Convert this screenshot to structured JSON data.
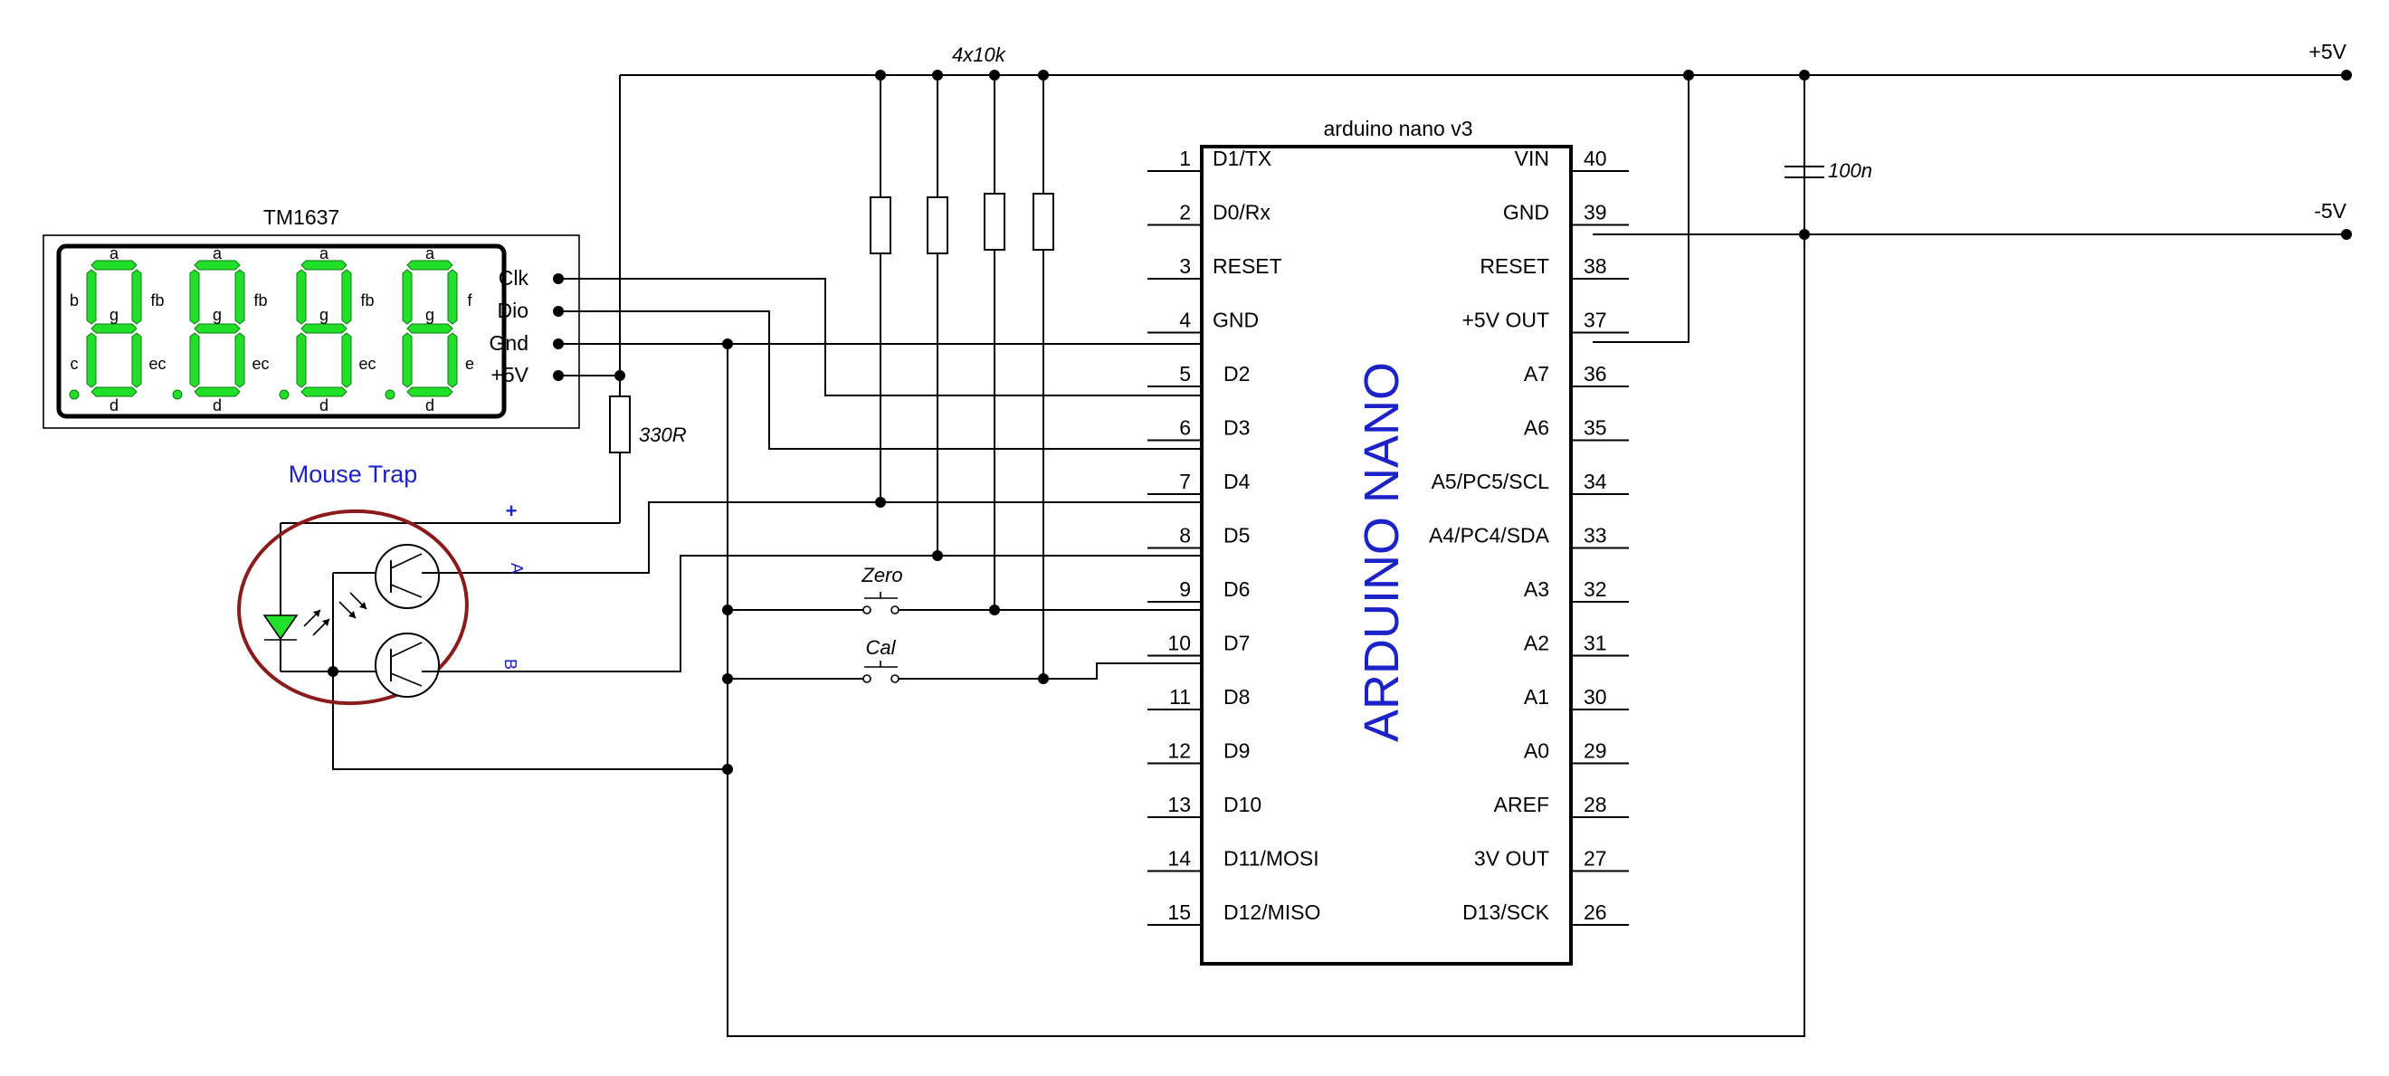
{
  "display": {
    "title": "TM1637",
    "pins": [
      "Clk",
      "Dio",
      "Gnd",
      "+5V"
    ],
    "digit_segments": {
      "a": "a",
      "b": "b",
      "c": "c",
      "d": "d",
      "e": "e",
      "f": "f",
      "g": "g",
      "fb": "fb",
      "ec": "ec"
    }
  },
  "mcu": {
    "title": "arduino nano v3",
    "body_label": "ARDUINO NANO",
    "left_pins": [
      {
        "num": "1",
        "name": "D1/TX"
      },
      {
        "num": "2",
        "name": "D0/Rx"
      },
      {
        "num": "3",
        "name": "RESET"
      },
      {
        "num": "4",
        "name": "GND"
      },
      {
        "num": "5",
        "name": "D2"
      },
      {
        "num": "6",
        "name": "D3"
      },
      {
        "num": "7",
        "name": "D4"
      },
      {
        "num": "8",
        "name": "D5"
      },
      {
        "num": "9",
        "name": "D6"
      },
      {
        "num": "10",
        "name": "D7"
      },
      {
        "num": "11",
        "name": "D8"
      },
      {
        "num": "12",
        "name": "D9"
      },
      {
        "num": "13",
        "name": "D10"
      },
      {
        "num": "14",
        "name": "D11/MOSI"
      },
      {
        "num": "15",
        "name": "D12/MISO"
      }
    ],
    "right_pins": [
      {
        "num": "40",
        "name": "VIN"
      },
      {
        "num": "39",
        "name": "GND"
      },
      {
        "num": "38",
        "name": "RESET"
      },
      {
        "num": "37",
        "name": "+5V OUT"
      },
      {
        "num": "36",
        "name": "A7"
      },
      {
        "num": "35",
        "name": "A6"
      },
      {
        "num": "34",
        "name": "A5/PC5/SCL"
      },
      {
        "num": "33",
        "name": "A4/PC4/SDA"
      },
      {
        "num": "32",
        "name": "A3"
      },
      {
        "num": "31",
        "name": "A2"
      },
      {
        "num": "30",
        "name": "A1"
      },
      {
        "num": "29",
        "name": "A0"
      },
      {
        "num": "28",
        "name": "AREF"
      },
      {
        "num": "27",
        "name": "3V OUT"
      },
      {
        "num": "26",
        "name": "D13/SCK"
      }
    ]
  },
  "components": {
    "pullups": "4x10k",
    "resistor": "330R",
    "capacitor": "100n",
    "zero_button": "Zero",
    "cal_button": "Cal"
  },
  "rails": {
    "positive": "+5V",
    "negative": "-5V"
  },
  "mouse_trap": {
    "title": "Mouse Trap",
    "plus": "+",
    "a": "A",
    "b": "B"
  },
  "colors": {
    "segment": "#22e02a",
    "annotation_blue": "#1a22c8",
    "outline_red": "#8b1a1a"
  }
}
